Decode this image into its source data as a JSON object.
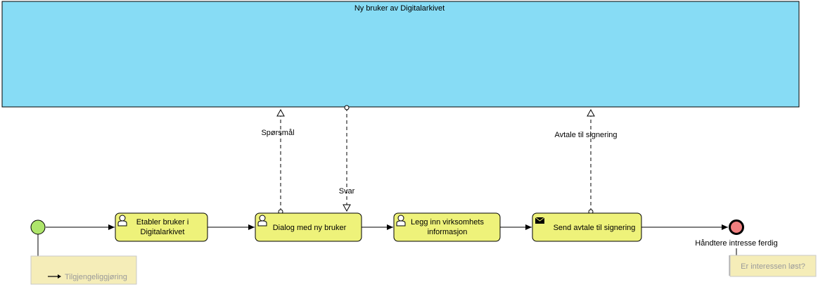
{
  "pool": {
    "title": "Ny bruker av Digitalarkivet",
    "fill": "#87dcf5"
  },
  "tasks": {
    "etabler": {
      "line1": "Etabler bruker i",
      "line2": "Digitalarkivet",
      "icon": "user-icon"
    },
    "dialog": {
      "line1": "Dialog med ny bruker",
      "icon": "user-icon"
    },
    "legg": {
      "line1": "Legg inn virksomhets",
      "line2": "informasjon",
      "icon": "user-icon"
    },
    "send": {
      "line1": "Send avtale til signering",
      "icon": "envelope-icon"
    }
  },
  "task_fill": "#eef27a",
  "messages": {
    "sporsmal": "Spørsmål",
    "svar": "Svar",
    "avtale": "Avtale til signering"
  },
  "end_event": {
    "label": "Håndtere intresse ferdig",
    "fill": "#f07f7f"
  },
  "start_event": {
    "fill": "#aee56b"
  },
  "annotations": {
    "start": "Tilgjengeliggjøring",
    "end": "Er interessen løst?",
    "fill": "#f5edb8"
  }
}
